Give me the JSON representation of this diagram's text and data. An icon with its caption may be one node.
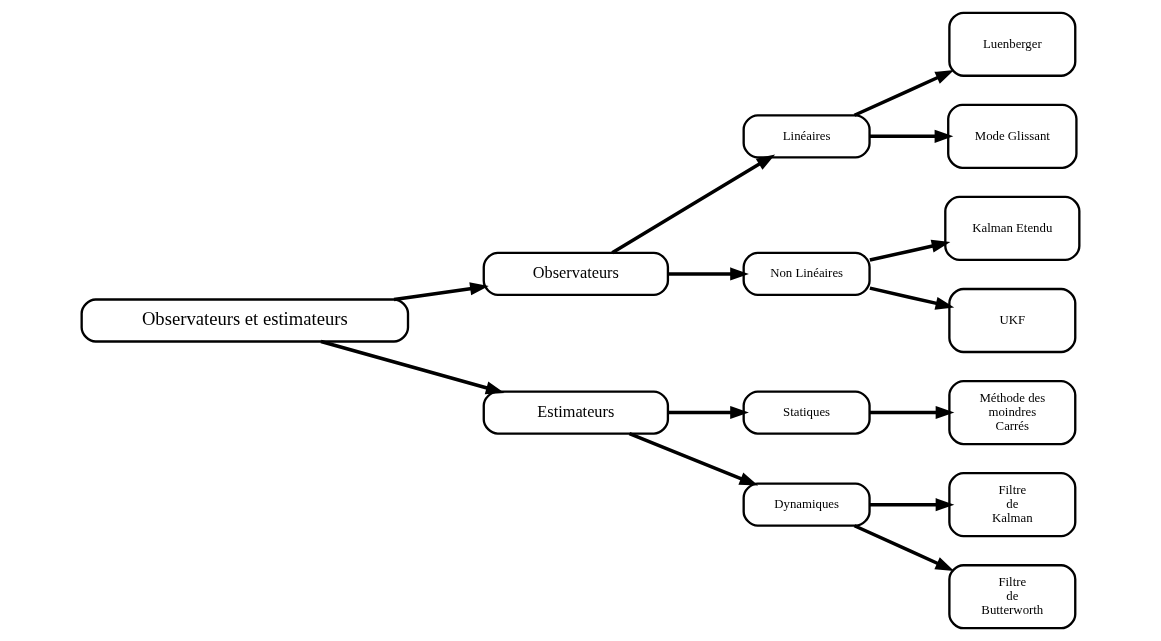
{
  "diagram": {
    "nodes": [
      {
        "text": [
          "Observateurs et estimateurs"
        ]
      },
      {
        "text": [
          "Observateurs"
        ]
      },
      {
        "text": [
          "Estimateurs"
        ]
      },
      {
        "text": [
          "Linéaires"
        ]
      },
      {
        "text": [
          "Non Linéaires"
        ]
      },
      {
        "text": [
          "Statiques"
        ]
      },
      {
        "text": [
          "Dynamiques"
        ]
      },
      {
        "text": [
          "Luenberger"
        ]
      },
      {
        "text": [
          "Mode Glissant"
        ]
      },
      {
        "text": [
          "Kalman Etendu"
        ]
      },
      {
        "text": [
          "UKF"
        ]
      },
      {
        "text": [
          "Méthode des moindres Carrés"
        ]
      },
      {
        "text": [
          "Filtre de Kalman"
        ]
      },
      {
        "text": [
          "Filtre de Butterworth"
        ]
      }
    ],
    "edges": [
      {
        "from": 0,
        "to": 1,
        "arrow": "to"
      },
      {
        "from": 0,
        "to": 2,
        "arrow": "to"
      },
      {
        "from": 1,
        "to": 3,
        "arrow": "to"
      },
      {
        "from": 1,
        "to": 4,
        "arrow": "to"
      },
      {
        "from": 2,
        "to": 5,
        "arrow": "to"
      },
      {
        "from": 2,
        "to": 6,
        "arrow": "to"
      },
      {
        "from": 3,
        "to": 7,
        "arrow": "to"
      },
      {
        "from": 3,
        "to": 8,
        "arrow": "to"
      },
      {
        "from": 4,
        "to": 9,
        "arrow": "to"
      },
      {
        "from": 4,
        "to": 10,
        "arrow": "to"
      },
      {
        "from": 5,
        "to": 11,
        "arrow": "to"
      },
      {
        "from": 6,
        "to": 12,
        "arrow": "to"
      },
      {
        "from": 6,
        "to": 13,
        "arrow": "to"
      }
    ]
  }
}
